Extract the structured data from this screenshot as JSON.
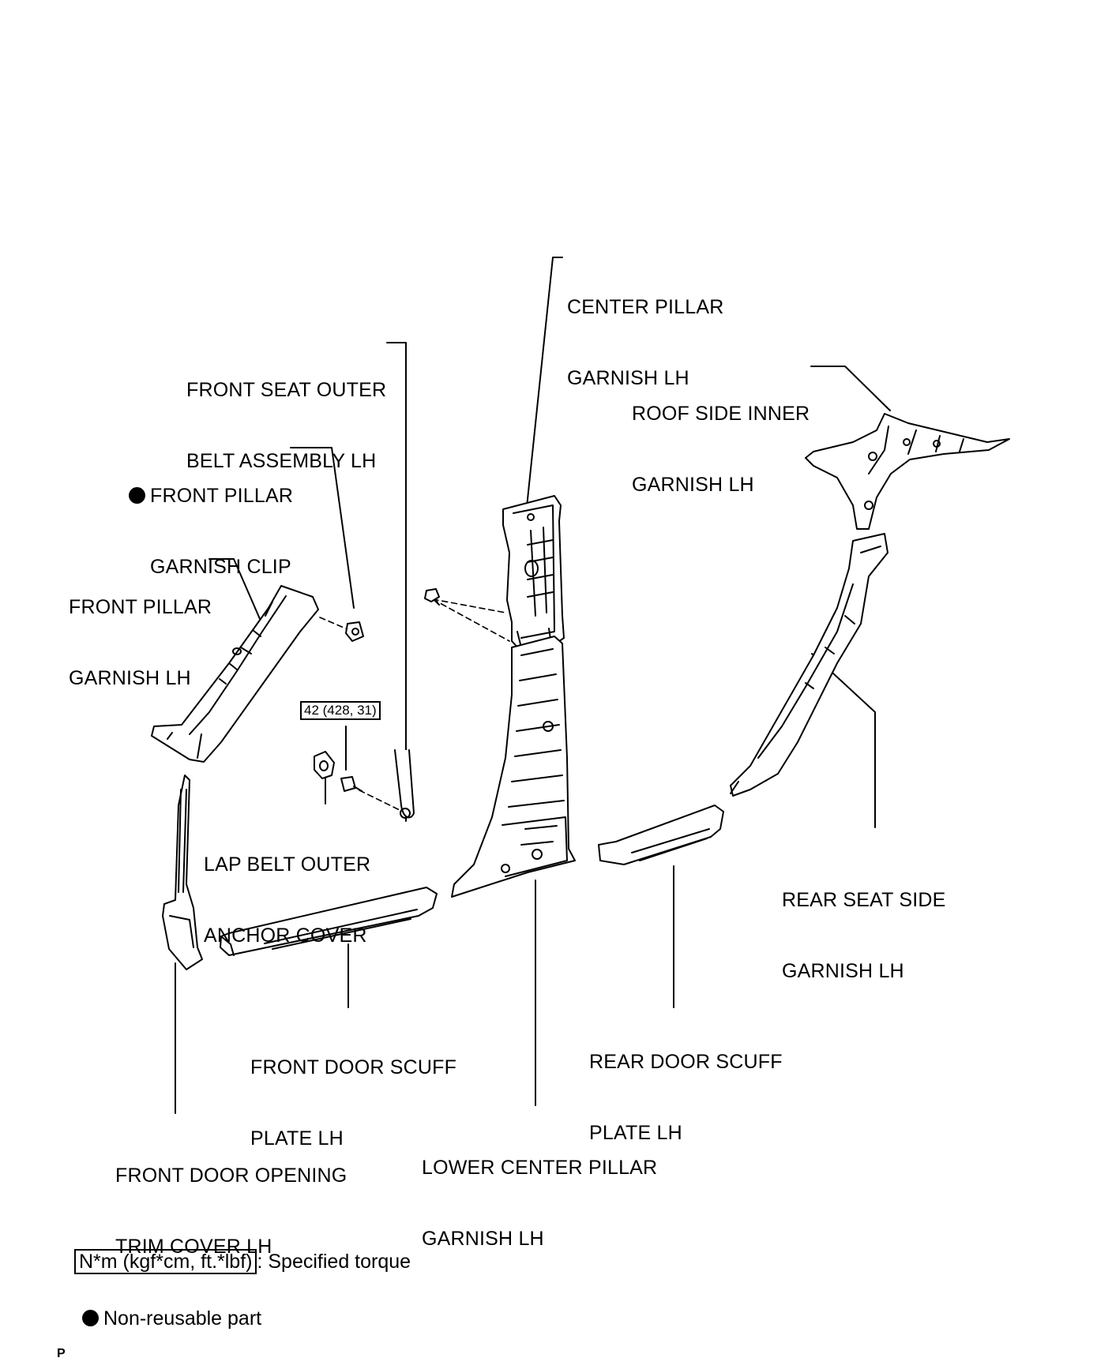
{
  "labels": {
    "center_pillar": [
      "CENTER PILLAR",
      "GARNISH LH"
    ],
    "front_seat_belt": [
      "FRONT SEAT OUTER",
      "BELT ASSEMBLY LH"
    ],
    "roof_side": [
      "ROOF SIDE INNER",
      "GARNISH LH"
    ],
    "front_pillar_clip": [
      "FRONT PILLAR",
      "GARNISH CLIP"
    ],
    "front_pillar_garnish": [
      "FRONT PILLAR",
      "GARNISH LH"
    ],
    "lap_belt_cover": [
      "LAP BELT OUTER",
      "ANCHOR COVER"
    ],
    "rear_seat_side": [
      "REAR SEAT SIDE",
      "GARNISH LH"
    ],
    "front_door_scuff": [
      "FRONT DOOR SCUFF",
      "PLATE LH"
    ],
    "rear_door_scuff": [
      "REAR DOOR SCUFF",
      "PLATE LH"
    ],
    "front_door_opening": [
      "FRONT DOOR OPENING",
      "TRIM COVER LH"
    ],
    "lower_center_pillar": [
      "LOWER CENTER PILLAR",
      "GARNISH LH"
    ]
  },
  "torque_value": "42 (428, 31)",
  "legend": {
    "torque_units": "N*m (kgf*cm, ft.*lbf)",
    "torque_text": ": Specified torque",
    "nonreusable_text": "Non-reusable part"
  },
  "corner_mark": "P"
}
